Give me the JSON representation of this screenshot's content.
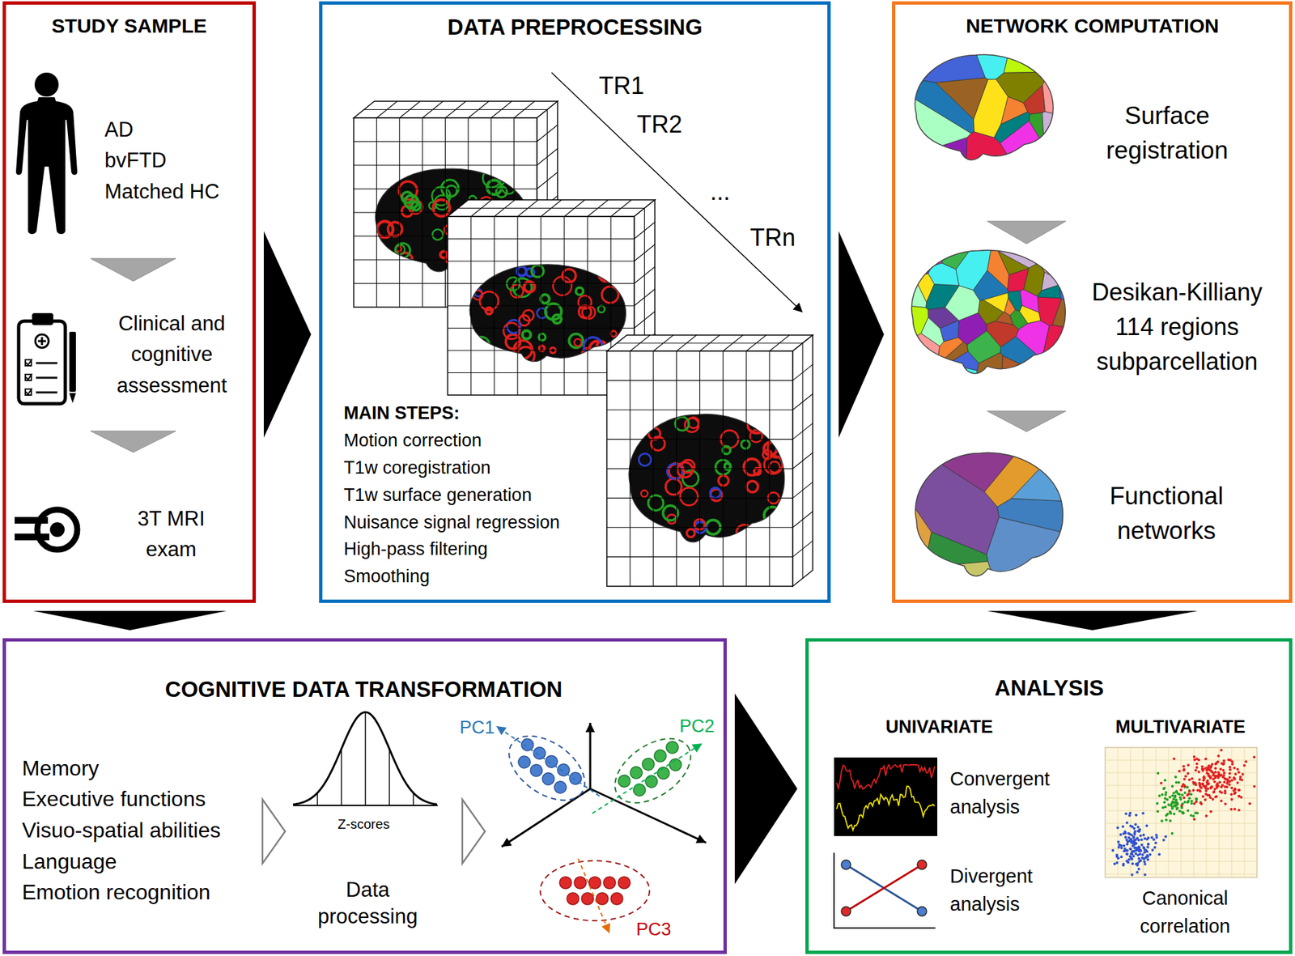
{
  "diagram": {
    "nodes": [
      {
        "text": [
          "STUDY SAMPLE",
          "AD",
          "bvFTD",
          "Matched HC",
          "Clinical and cognitive assessment",
          "3T MRI exam"
        ]
      },
      {
        "text": [
          "DATA PREPROCESSING",
          "TR1",
          "TR2",
          "...",
          "TRn",
          "MAIN STEPS:",
          "Motion correction",
          "T1w coregistration",
          "T1w surface generation",
          "Nuisance signal regression",
          "High-pass filtering",
          "Smoothing"
        ]
      },
      {
        "text": [
          "NETWORK COMPUTATION",
          "Surface registration",
          "Desikan-Killiany 114 regions subparcellation",
          "Functional networks"
        ]
      },
      {
        "text": [
          "COGNITIVE DATA TRANSFORMATION",
          "Memory",
          "Executive functions",
          "Visuo-spatial abilities",
          "Language",
          "Emotion recognition",
          "Z-scores",
          "Data processing",
          "PC1",
          "PC2",
          "PC3"
        ]
      },
      {
        "text": [
          "ANALYSIS",
          "UNIVARIATE",
          "MULTIVARIATE",
          "Convergent analysis",
          "Divergent analysis",
          "Canonical correlation"
        ]
      }
    ],
    "edges": [
      {
        "from": 0,
        "to": 1,
        "arrow": "to"
      },
      {
        "from": 1,
        "to": 2,
        "arrow": "to"
      },
      {
        "from": 0,
        "to": 3,
        "arrow": "to"
      },
      {
        "from": 2,
        "to": 4,
        "arrow": "to"
      },
      {
        "from": 3,
        "to": 4,
        "arrow": "to"
      }
    ]
  }
}
